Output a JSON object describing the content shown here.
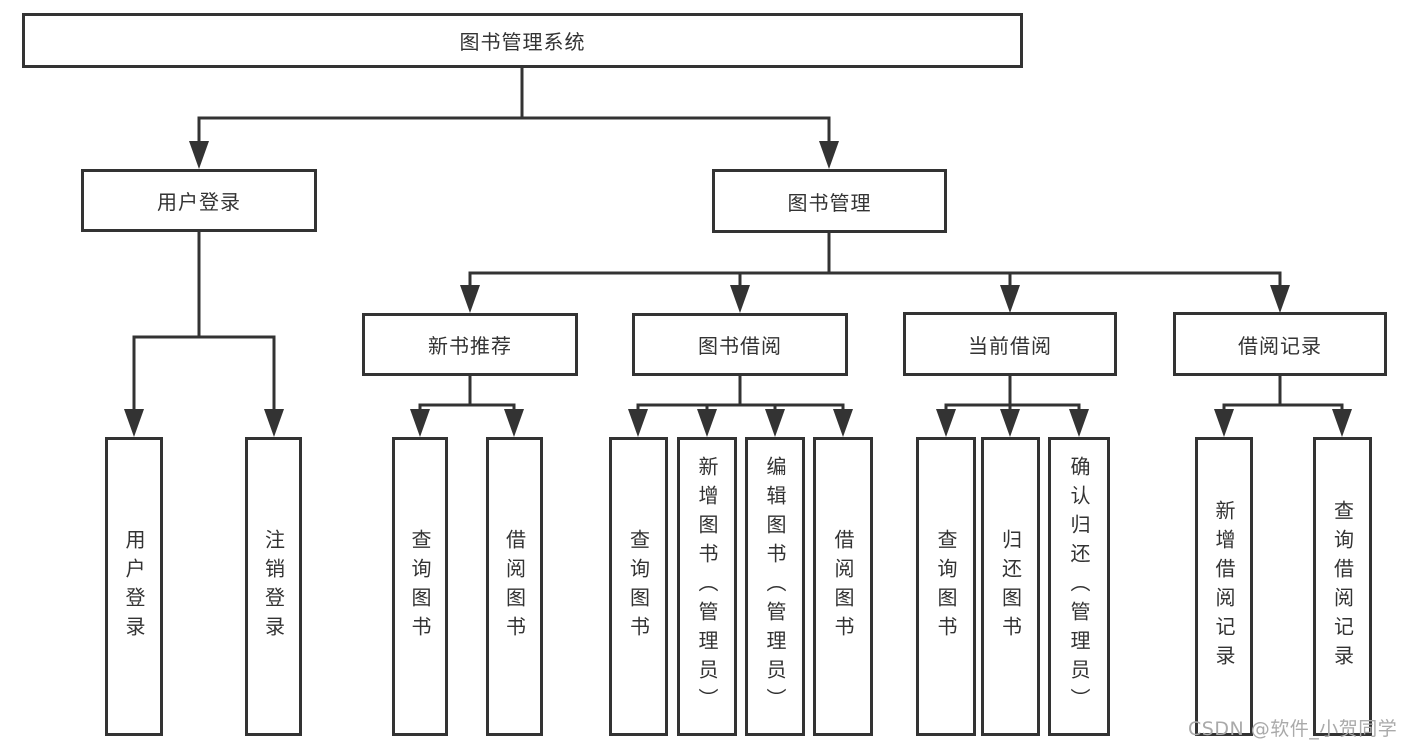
{
  "diagram_type": "hierarchy-tree",
  "tree": {
    "label": "图书管理系统",
    "children": [
      {
        "label": "用户登录",
        "children": [
          {
            "label": "用户登录"
          },
          {
            "label": "注销登录"
          }
        ]
      },
      {
        "label": "图书管理",
        "children": [
          {
            "label": "新书推荐",
            "children": [
              {
                "label": "查询图书"
              },
              {
                "label": "借阅图书"
              }
            ]
          },
          {
            "label": "图书借阅",
            "children": [
              {
                "label": "查询图书"
              },
              {
                "label": "新增图书（管理员）"
              },
              {
                "label": "编辑图书（管理员）"
              },
              {
                "label": "借阅图书"
              }
            ]
          },
          {
            "label": "当前借阅",
            "children": [
              {
                "label": "查询图书"
              },
              {
                "label": "归还图书"
              },
              {
                "label": "确认归还（管理员）"
              }
            ]
          },
          {
            "label": "借阅记录",
            "children": [
              {
                "label": "新增借阅记录"
              },
              {
                "label": "查询借阅记录"
              }
            ]
          }
        ]
      }
    ]
  },
  "watermark": {
    "text": "CSDN @软件_小贺同学"
  },
  "colors": {
    "line": "#333333",
    "box_border": "#333333",
    "box_fill": "#ffffff",
    "text": "#333333",
    "watermark": "#aaaaaa",
    "background": "#ffffff"
  }
}
